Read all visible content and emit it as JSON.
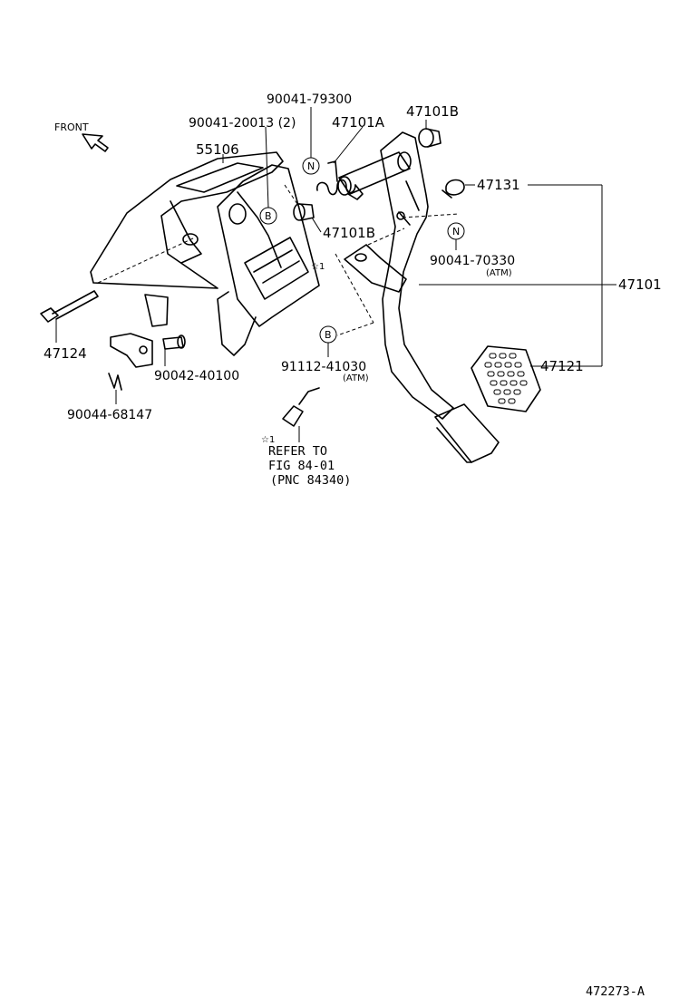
{
  "labels": {
    "front": "FRONT",
    "p_90041_79300": "90041-79300",
    "p_90041_20013": "90041-20013 (2)",
    "p_47101A": "47101A",
    "p_47101B_top": "47101B",
    "p_55106": "55106",
    "p_47131": "47131",
    "p_47101B_mid": "47101B",
    "p_90041_70330": "90041-70330",
    "atm_1": "(ATM)",
    "p_47101": "47101",
    "p_47124": "47124",
    "p_90042_40100": "90042-40100",
    "p_91112_41030": "91112-41030",
    "atm_2": "(ATM)",
    "p_47121": "47121",
    "p_90044_68147": "90044-68147",
    "refer_line1": "REFER TO",
    "refer_line2": "FIG 84-01",
    "refer_line3": "(PNC 84340)",
    "star1": "☆1",
    "star2": "☆1",
    "callout_n": "N",
    "callout_b": "B",
    "figure_id": "472273-A"
  }
}
